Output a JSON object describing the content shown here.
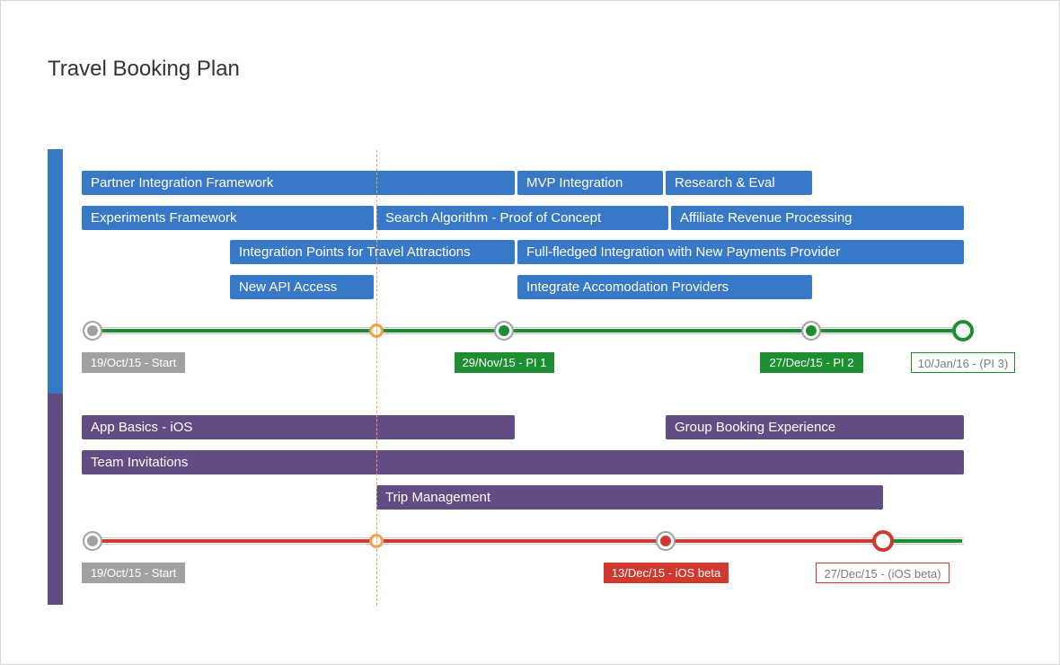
{
  "title": "Travel Booking Plan",
  "colors": {
    "blue": "#3779c6",
    "purple": "#634b83",
    "green": "#1e8e32",
    "red": "#d0392f",
    "gray": "#a1a1a1",
    "orange": "#f0a050"
  },
  "lanes": {
    "top": {
      "bars": [
        {
          "label": "Partner Integration Framework"
        },
        {
          "label": "MVP Integration"
        },
        {
          "label": "Research & Eval"
        },
        {
          "label": "Experiments Framework"
        },
        {
          "label": "Search Algorithm - Proof of Concept"
        },
        {
          "label": "Affiliate Revenue Processing"
        },
        {
          "label": "Integration Points for Travel Attractions"
        },
        {
          "label": "Full-fledged Integration with New Payments Provider"
        },
        {
          "label": "New API Access"
        },
        {
          "label": "Integrate Accomodation Providers"
        }
      ],
      "milestones": [
        {
          "label": "19/Oct/15 - Start"
        },
        {
          "label": "29/Nov/15 - PI 1"
        },
        {
          "label": "27/Dec/15 - PI 2"
        },
        {
          "label": "10/Jan/16 - (PI 3)"
        }
      ]
    },
    "bottom": {
      "bars": [
        {
          "label": "App Basics - iOS"
        },
        {
          "label": "Group Booking Experience"
        },
        {
          "label": "Team Invitations"
        },
        {
          "label": "Trip Management"
        }
      ],
      "milestones": [
        {
          "label": "19/Oct/15 - Start"
        },
        {
          "label": "13/Dec/15 - iOS beta"
        },
        {
          "label": "27/Dec/15 - (iOS beta)"
        }
      ]
    }
  }
}
